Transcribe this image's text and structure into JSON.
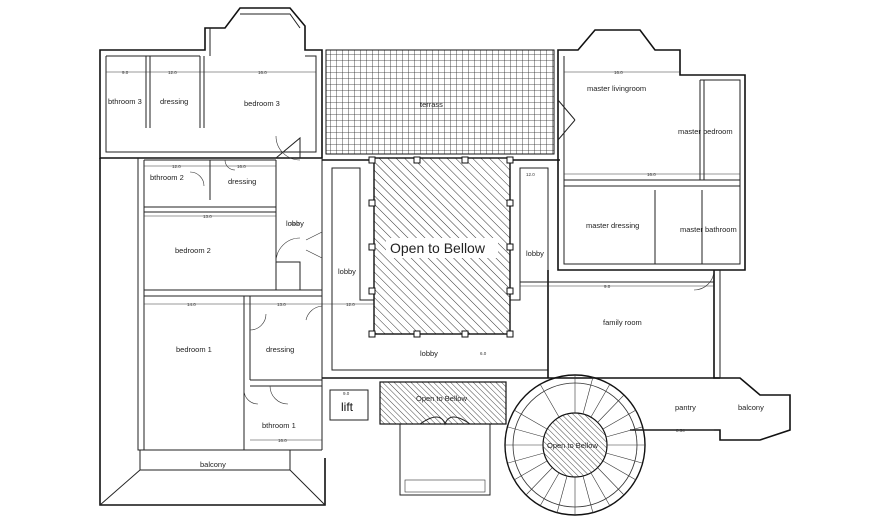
{
  "plan": {
    "rooms": {
      "bathroom3": "bthroom 3",
      "dressing_top": "dressing",
      "bedroom3": "bedroom 3",
      "terrace": "terrass",
      "master_livingroom": "master livingroom",
      "master_bedroom": "master bedroom",
      "bathroom2": "bthroom 2",
      "dressing_mid": "dressing",
      "lobby_left": "lobby",
      "bedroom2": "bedroom 2",
      "lobby_center_left": "lobby",
      "open_center": "Open to Bellow",
      "lobby_center_right": "lobby",
      "master_dressing": "master dressing",
      "master_bathroom": "master bathroom",
      "family_room": "family room",
      "bedroom1": "bedroom 1",
      "dressing_bottom": "dressing",
      "lobby_bottom": "lobby",
      "lift": "lift",
      "open_small": "Open to Bellow",
      "open_stair": "Open to Bellow",
      "pantry": "pantry",
      "balcony_right": "balcony",
      "bathroom1": "bthroom 1",
      "balcony_bottom": "balcony"
    },
    "dimensions": {
      "d1": "9.0",
      "d2": "12.0",
      "d3": "16.0",
      "d4": "16.0",
      "d5": "12.0",
      "d6": "16.0",
      "d7": "13.0",
      "d8": "13.0",
      "d9": "12.0",
      "d10": "14.0",
      "d11": "13.0",
      "d12": "12.0",
      "d13": "16.0",
      "d14": "9.0",
      "d15": "9.0",
      "d16": "6.0",
      "d17": "16.0",
      "d18": "8.54"
    }
  }
}
